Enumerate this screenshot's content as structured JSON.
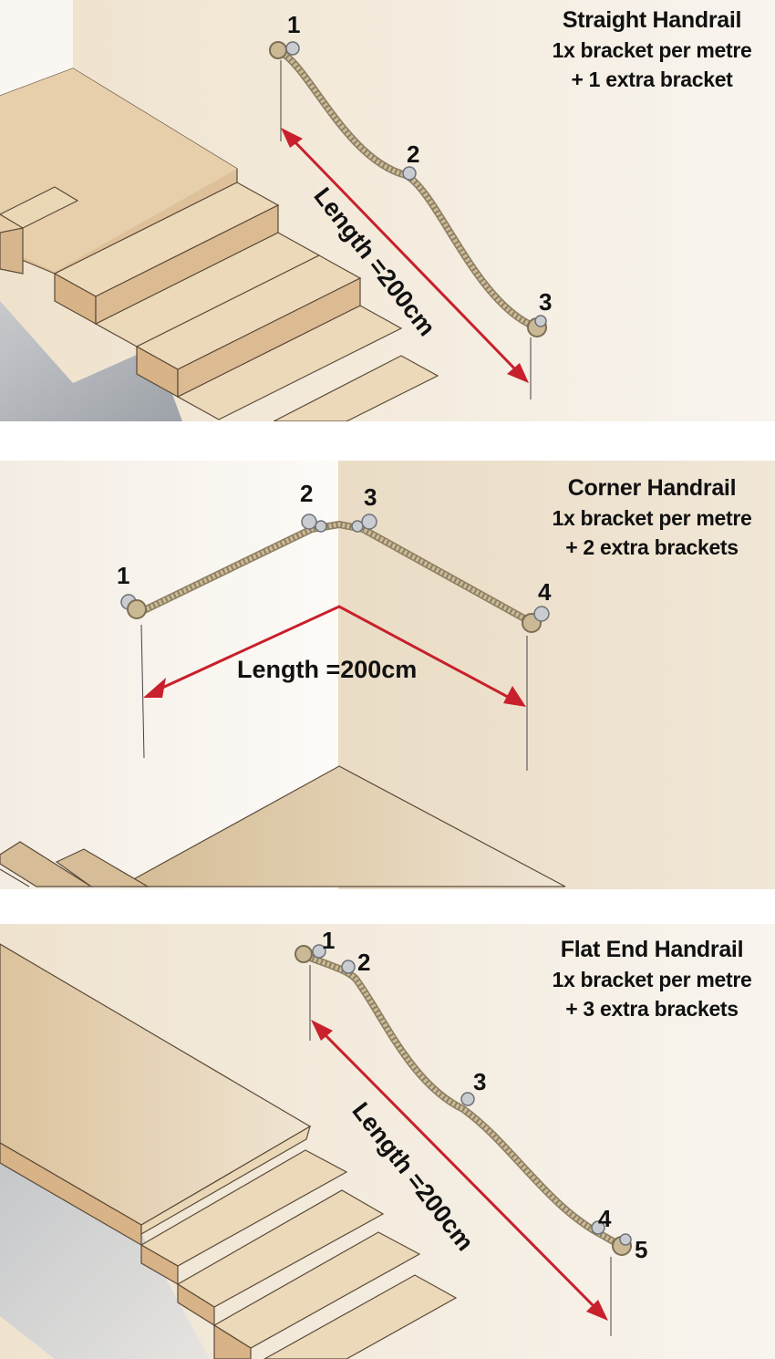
{
  "panels": [
    {
      "id": "straight",
      "title": "Straight Handrail",
      "rule": "1x bracket per metre",
      "extra": "+ 1 extra bracket",
      "length_label": "Length =200cm",
      "brackets": [
        "1",
        "2",
        "3"
      ]
    },
    {
      "id": "corner",
      "title": "Corner Handrail",
      "rule": "1x bracket per metre",
      "extra": "+ 2 extra brackets",
      "length_label": "Length =200cm",
      "brackets": [
        "1",
        "2",
        "3",
        "4"
      ]
    },
    {
      "id": "flat-end",
      "title": "Flat End Handrail",
      "rule": "1x bracket per metre",
      "extra": "+ 3 extra brackets",
      "length_label": "Length =200cm",
      "brackets": [
        "1",
        "2",
        "3",
        "4",
        "5"
      ]
    }
  ],
  "colors": {
    "arrow": "#c8202c",
    "rope": "#b9a888",
    "wall_light": "#f7f3ec",
    "wall_warm": "#efe4d2",
    "stair_top": "#e8d3b3",
    "stair_side": "#d9b88f",
    "floor_grey": "#a9adb3"
  }
}
